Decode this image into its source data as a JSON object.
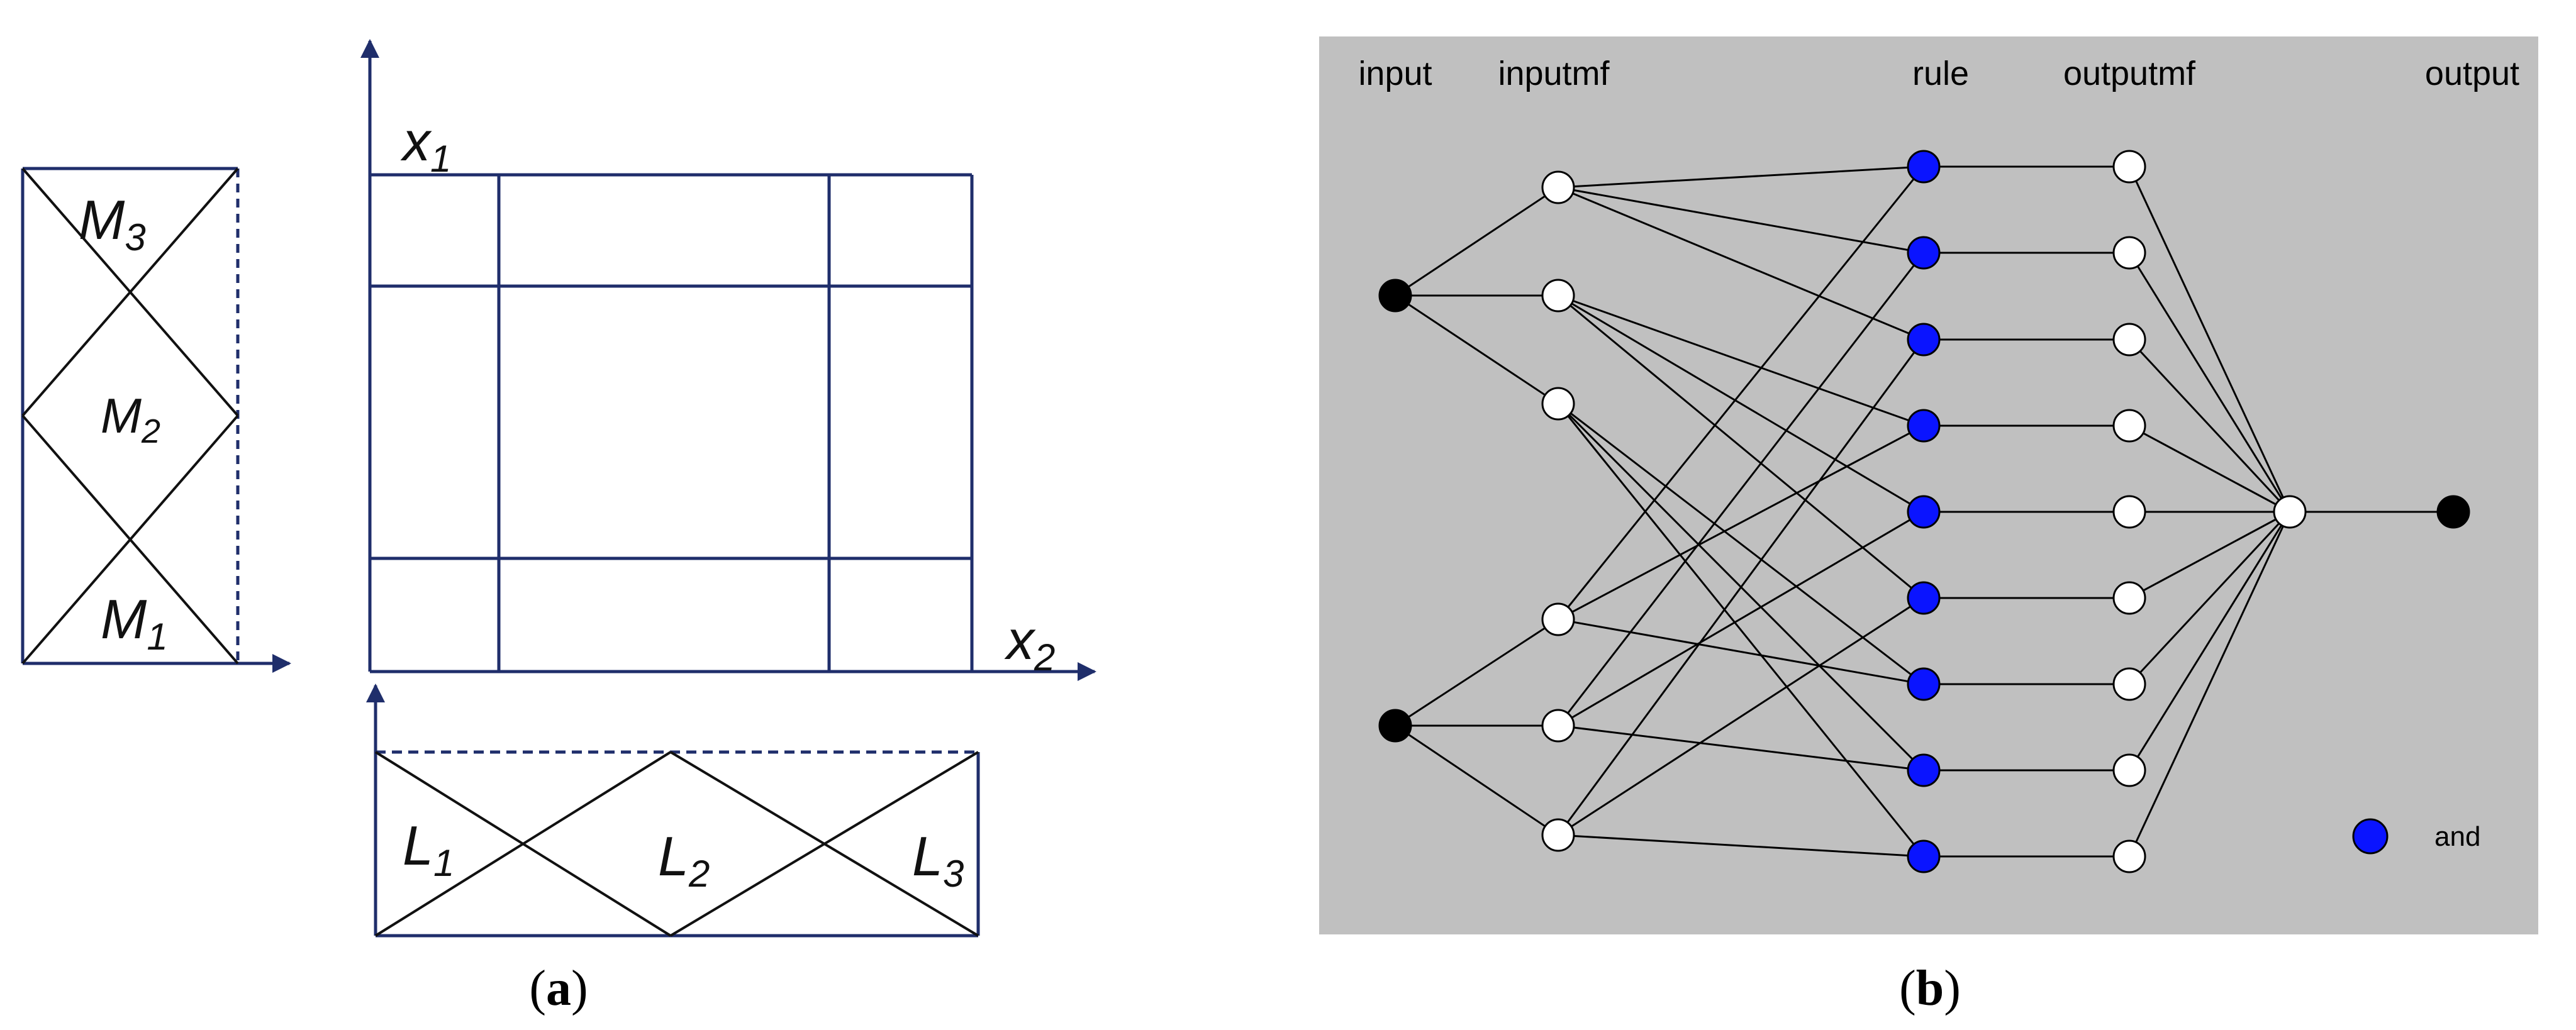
{
  "panel_a": {
    "caption": "(a)",
    "caption_open": "(",
    "caption_letter": "a",
    "caption_close": ")",
    "axis_x1": "x",
    "axis_x1_sub": "1",
    "axis_x2": "x",
    "axis_x2_sub": "2",
    "membership_m": [
      {
        "base": "M",
        "sub": "3"
      },
      {
        "base": "M",
        "sub": "2"
      },
      {
        "base": "M",
        "sub": "1"
      }
    ],
    "membership_l": [
      {
        "base": "L",
        "sub": "1"
      },
      {
        "base": "L",
        "sub": "2"
      },
      {
        "base": "L",
        "sub": "3"
      }
    ],
    "colors": {
      "navy": "#1f2e6b",
      "ink": "#111111"
    }
  },
  "panel_b": {
    "caption": "(b)",
    "caption_open": "(",
    "caption_letter": "b",
    "caption_close": ")",
    "layer_labels": [
      "input",
      "inputmf",
      "rule",
      "outputmf",
      "output"
    ],
    "legend_label": "and",
    "counts": {
      "inputs": 2,
      "inputmf": 6,
      "rules": 9,
      "outputmf": 9,
      "aggregate": 1,
      "outputs": 1
    },
    "colors": {
      "background": "#c0c0c0",
      "rule_node": "#0a14ff",
      "input_node": "#000000",
      "mf_node": "#ffffff",
      "edge": "#000000"
    }
  }
}
